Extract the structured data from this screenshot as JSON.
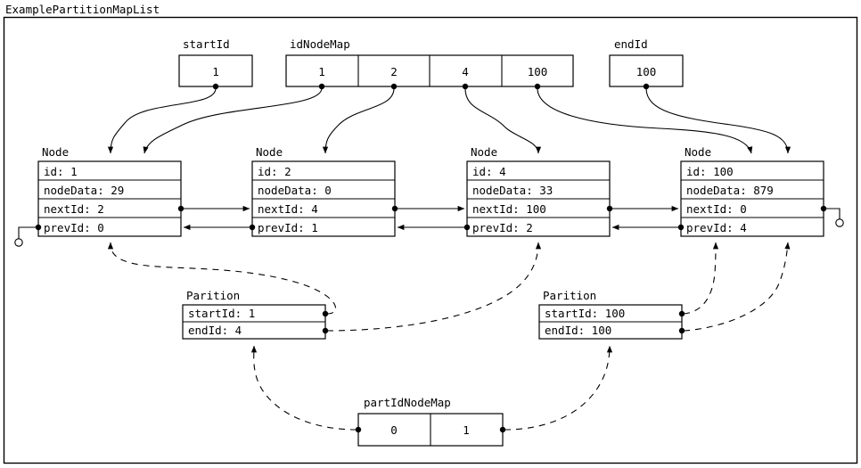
{
  "diagram": {
    "title": "ExamplePartitionMapList",
    "kind": "object-reference-diagram"
  },
  "maps": {
    "start_id": {
      "label": "startId",
      "cells": [
        "1"
      ]
    },
    "id_node_map": {
      "label": "idNodeMap",
      "cells": [
        "1",
        "2",
        "4",
        "100"
      ]
    },
    "end_id": {
      "label": "endId",
      "cells": [
        "100"
      ]
    },
    "part_id_node_map": {
      "label": "partIdNodeMap",
      "cells": [
        "0",
        "1"
      ]
    }
  },
  "nodes": [
    {
      "label": "Node",
      "fields": [
        "id: 1",
        "nodeData: 29",
        "nextId: 2",
        "prevId: 0"
      ]
    },
    {
      "label": "Node",
      "fields": [
        "id: 2",
        "nodeData: 0",
        "nextId: 4",
        "prevId: 1"
      ]
    },
    {
      "label": "Node",
      "fields": [
        "id: 4",
        "nodeData: 33",
        "nextId: 100",
        "prevId: 2"
      ]
    },
    {
      "label": "Node",
      "fields": [
        "id: 100",
        "nodeData: 879",
        "nextId: 0",
        "prevId: 4"
      ]
    }
  ],
  "partitions": [
    {
      "label": "Parition",
      "fields": [
        "startId: 1",
        "endId: 4"
      ]
    },
    {
      "label": "Parition",
      "fields": [
        "startId: 100",
        "endId: 100"
      ]
    }
  ],
  "colors": {
    "stroke": "#000000",
    "background": "#ffffff"
  }
}
